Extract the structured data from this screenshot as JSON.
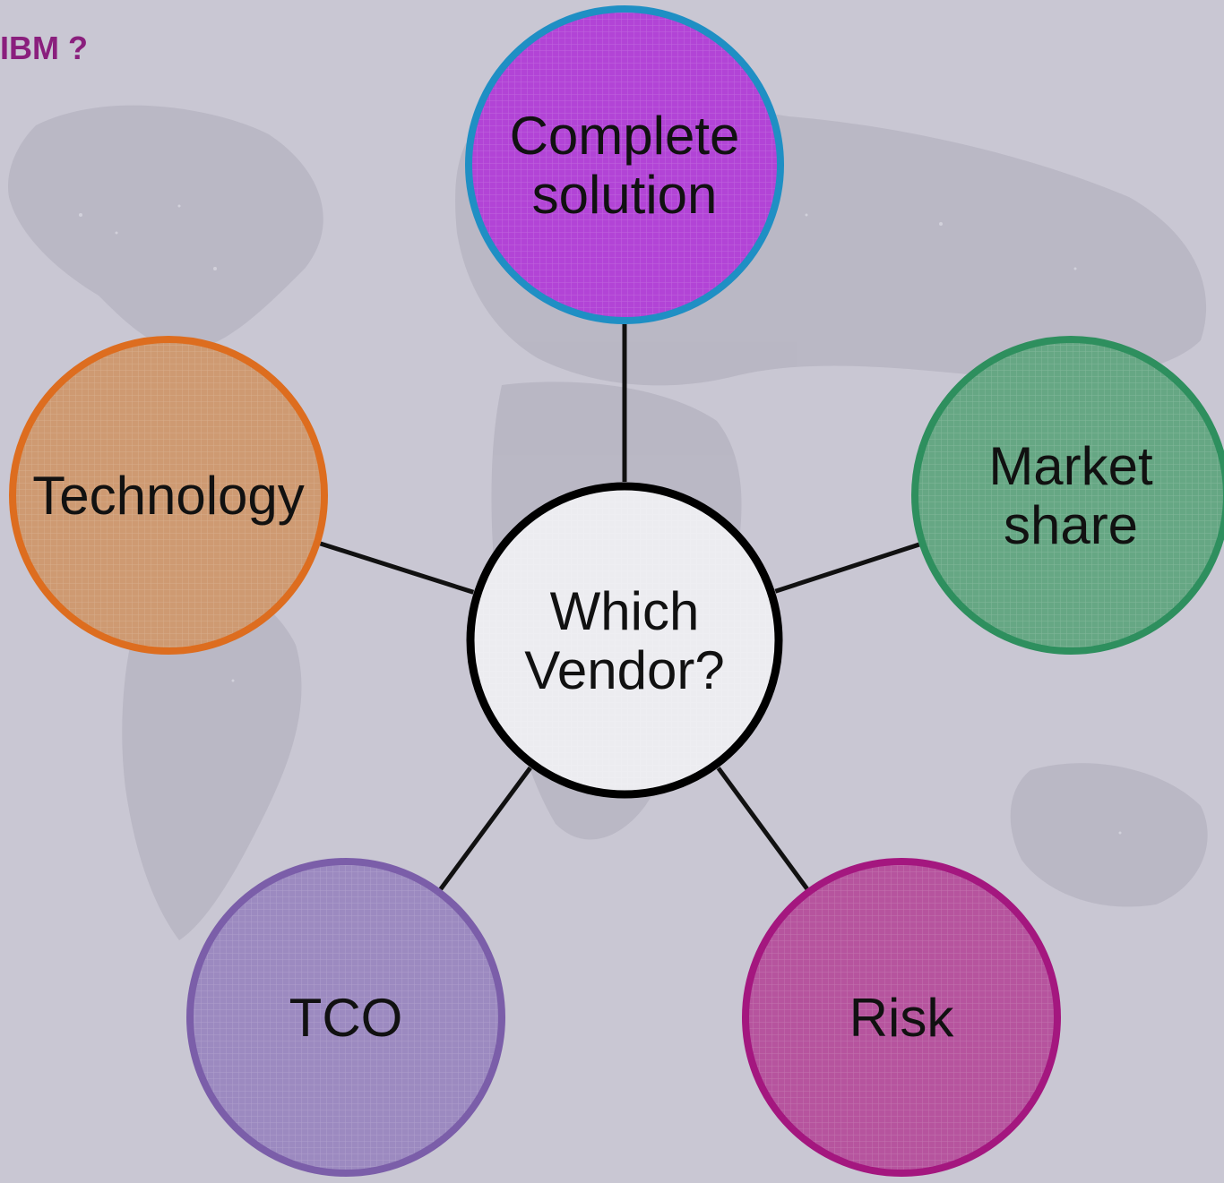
{
  "heading": "IBM ?",
  "center": {
    "lines": [
      "Which",
      "Vendor?"
    ],
    "fill": "#ececf0",
    "stroke": "#000000"
  },
  "nodes": [
    {
      "id": "complete-solution",
      "lines": [
        "Complete",
        "solution"
      ],
      "fill": "#b244d6",
      "stroke": "#1f8fc4"
    },
    {
      "id": "market-share",
      "lines": [
        "Market",
        "share"
      ],
      "fill": "#66a784",
      "stroke": "#2e8f5e"
    },
    {
      "id": "risk",
      "lines": [
        "Risk"
      ],
      "fill": "#b6549e",
      "stroke": "#a4177f"
    },
    {
      "id": "tco",
      "lines": [
        "TCO"
      ],
      "fill": "#9c8ac0",
      "stroke": "#7b5ea9"
    },
    {
      "id": "technology",
      "lines": [
        "Technology"
      ],
      "fill": "#ce9a72",
      "stroke": "#dd6d1f"
    }
  ],
  "connector_color": "#111111"
}
